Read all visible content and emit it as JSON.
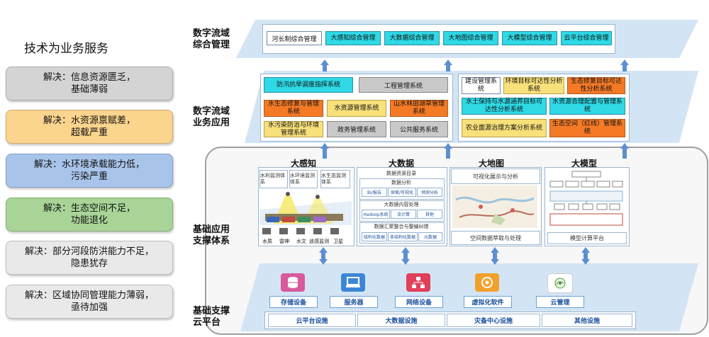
{
  "left": {
    "title": "技术为业务服务",
    "solutions": [
      {
        "line1": "解决：信息资源匮乏，",
        "line2": "基础薄弱",
        "color": "#d4d4d4"
      },
      {
        "line1": "解决：水资源禀赋差，",
        "line2": "超载严重",
        "color": "#fbd48d"
      },
      {
        "line1": "解决：水环境承载能力低，",
        "line2": "污染严重",
        "color": "#a8c4ea"
      },
      {
        "line1": "解决：生态空间不足，",
        "line2": "功能退化",
        "color": "#a8d597"
      },
      {
        "line1": "解决：部分河段防洪能力不足，",
        "line2": "隐患犹存",
        "color": "#e9e9e9"
      },
      {
        "line1": "解决：区域协同管理能力薄弱，",
        "line2": "亟待加强",
        "color": "#e9e9e9"
      }
    ]
  },
  "layers": {
    "l1": {
      "line1": "数字流域",
      "line2": "综合管理"
    },
    "l2": {
      "line1": "数字流域",
      "line2": "业务应用"
    },
    "l3": {
      "line1": "基础应用",
      "line2": "支撑体系"
    },
    "l4": {
      "line1": "基础支撑",
      "line2": "云平台"
    }
  },
  "top_row": [
    "河长制综合管理",
    "大感知综合管理",
    "大数据综合管理",
    "大地图综合管理",
    "大模型综合管理",
    "云平台综合管理"
  ],
  "apps_left": {
    "a1": "防汛抗旱调度指挥系统",
    "a2": "工程管理系统",
    "a3": "水生态修复与管理系统",
    "a4": "水资源管理系统",
    "a5": "山水林田湖草管理系统",
    "a6": "水污染防治与环境管理系统",
    "a7": "政务管理系统",
    "a8": "公共服务系统"
  },
  "apps_right": {
    "b1": "建设管理系统",
    "b2": "环境目标可达性分析系统",
    "b3": "生态修复目标可达性分析系统",
    "b4": "水土保持与水源涵养目标可达性分析系统",
    "b5": "水资源合理配置与管理系统",
    "b6": "农业面源治理方案分析系统",
    "b7": "生态空间（红线）管理系统"
  },
  "support": {
    "sensing": {
      "title": "大感知",
      "net1": "水利监测体系",
      "net2": "水环境监测体系",
      "net3": "水生态监测体系",
      "devices": [
        "水质",
        "雷神",
        "水文",
        "遥感监测",
        "卫星"
      ]
    },
    "bigdata": {
      "title": "大数据",
      "catalog": "数据资源目录",
      "analysis": "数据分析",
      "analysis_items": [
        "BI/报告",
        "探索/可视化",
        "预测分析"
      ],
      "processing": "大数据内容处理",
      "proc_items": [
        "Hadoop系统",
        "流计算",
        "其他"
      ],
      "integration": "数据汇聚整合与整编纠错",
      "integ_items": [
        "结构化数据",
        "非结构化数据",
        "元数据"
      ]
    },
    "map": {
      "title": "大地图",
      "top": "可视化展示与分析",
      "bottom": "空间数据萃取与处理"
    },
    "model": {
      "title": "大模型",
      "bottom": "模型计算平台"
    }
  },
  "cloud": {
    "devices": [
      "存储设备",
      "服务器",
      "网络设备",
      "虚拟化软件",
      "云管理"
    ],
    "facilities": [
      "云平台设施",
      "大数据设施",
      "灾备中心设施",
      "其他设施"
    ]
  },
  "colors": {
    "cyan": "#2fd9e6",
    "yellow": "#f8e07a",
    "orange": "#f47a26",
    "gray": "#c9c9c9",
    "arrow": "#5b8fd1",
    "layer_bg": "#d3e5f5"
  }
}
